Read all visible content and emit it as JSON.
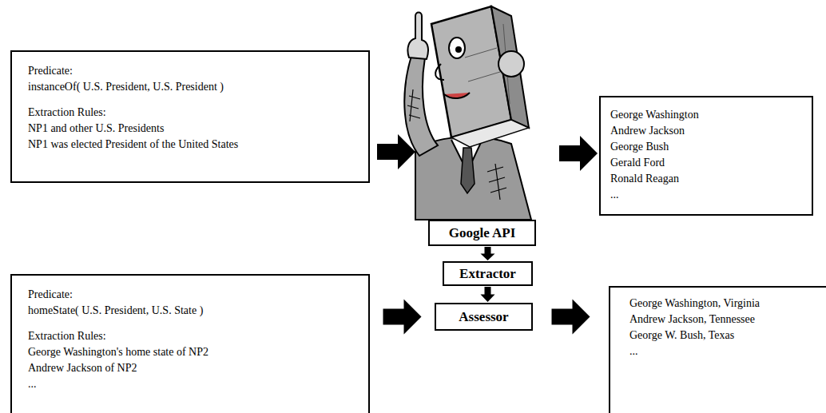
{
  "diagram": {
    "nodes": [
      {
        "text": [
          "Predicate:",
          "instanceOf( U.S. President, U.S. President )",
          "Extraction Rules:",
          "NP1 and other U.S. Presidents",
          "NP1 was elected President of the United States"
        ]
      },
      {
        "text": [
          "George Washington",
          "Andrew Jackson",
          "George Bush",
          "Gerald Ford",
          "Ronald Reagan",
          "..."
        ]
      },
      {
        "text": [
          "Google API"
        ]
      },
      {
        "text": [
          "Extractor"
        ]
      },
      {
        "text": [
          "Assessor"
        ]
      },
      {
        "text": [
          "Predicate:",
          "homeState( U.S. President, U.S. State )",
          "Extraction Rules:",
          "George Washington's home state of NP2",
          "Andrew Jackson of NP2",
          "..."
        ]
      },
      {
        "text": [
          "George Washington, Virginia",
          "Andrew Jackson, Tennessee",
          "George W. Bush, Texas",
          "..."
        ]
      }
    ],
    "edges": [
      {
        "from": 2,
        "to": 3,
        "arrow": "to"
      },
      {
        "from": 3,
        "to": 4,
        "arrow": "to"
      },
      {
        "from": 5,
        "to": 4,
        "arrow": "to"
      },
      {
        "from": 4,
        "to": 6,
        "arrow": "to"
      }
    ]
  }
}
